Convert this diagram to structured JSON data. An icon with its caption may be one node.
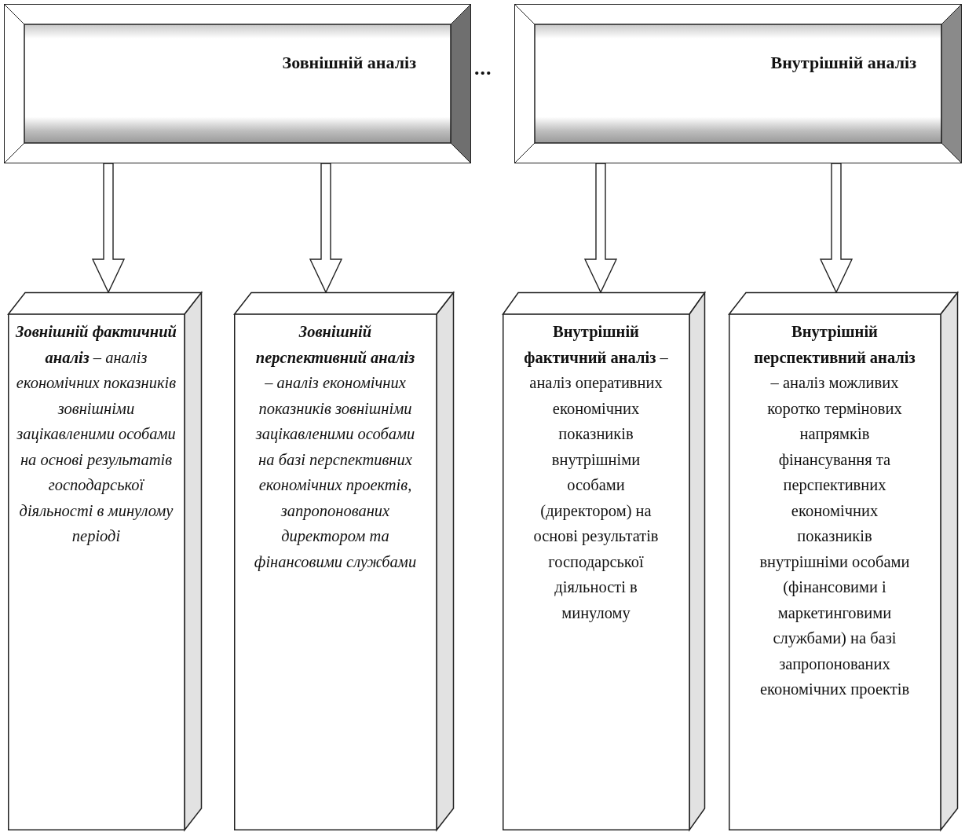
{
  "diagram": {
    "nodes": [
      {
        "text": [
          "Зовнішній аналіз"
        ]
      },
      {
        "text": [
          "Внутрішній аналіз"
        ]
      },
      {
        "text": [
          "**Зовнішній фактичний аналіз** – аналіз економічних показників зовнішніми зацікавленими особами на основі результатів господарської діяльності в минулому періоді"
        ]
      },
      {
        "text": [
          "**Зовнішній перспективний аналіз** – аналіз економічних показників зовнішніми зацікавленими особами на базі перспективних економічних проектів, запропонованих директором та фінансовими службами"
        ]
      },
      {
        "text": [
          "**Внутрішній фактичний аналіз** – аналіз оперативних економічних показників внутрішніми особами (директором) на основі результатів господарської діяльності в минулому"
        ]
      },
      {
        "text": [
          "**Внутрішній перспективний аналіз** – аналіз можливих коротко термінових напрямків фінансування та перспективних економічних показників внутрішніми особами (фінансовими і маркетинговими службами) на базі запропонованих економічних проектів"
        ]
      }
    ],
    "edges": [
      {
        "from": 0,
        "to": 2,
        "arrow": "to"
      },
      {
        "from": 0,
        "to": 3,
        "arrow": "to"
      },
      {
        "from": 1,
        "to": 4,
        "arrow": "to"
      },
      {
        "from": 1,
        "to": 5,
        "arrow": "to"
      }
    ],
    "labels": [
      "..."
    ]
  }
}
